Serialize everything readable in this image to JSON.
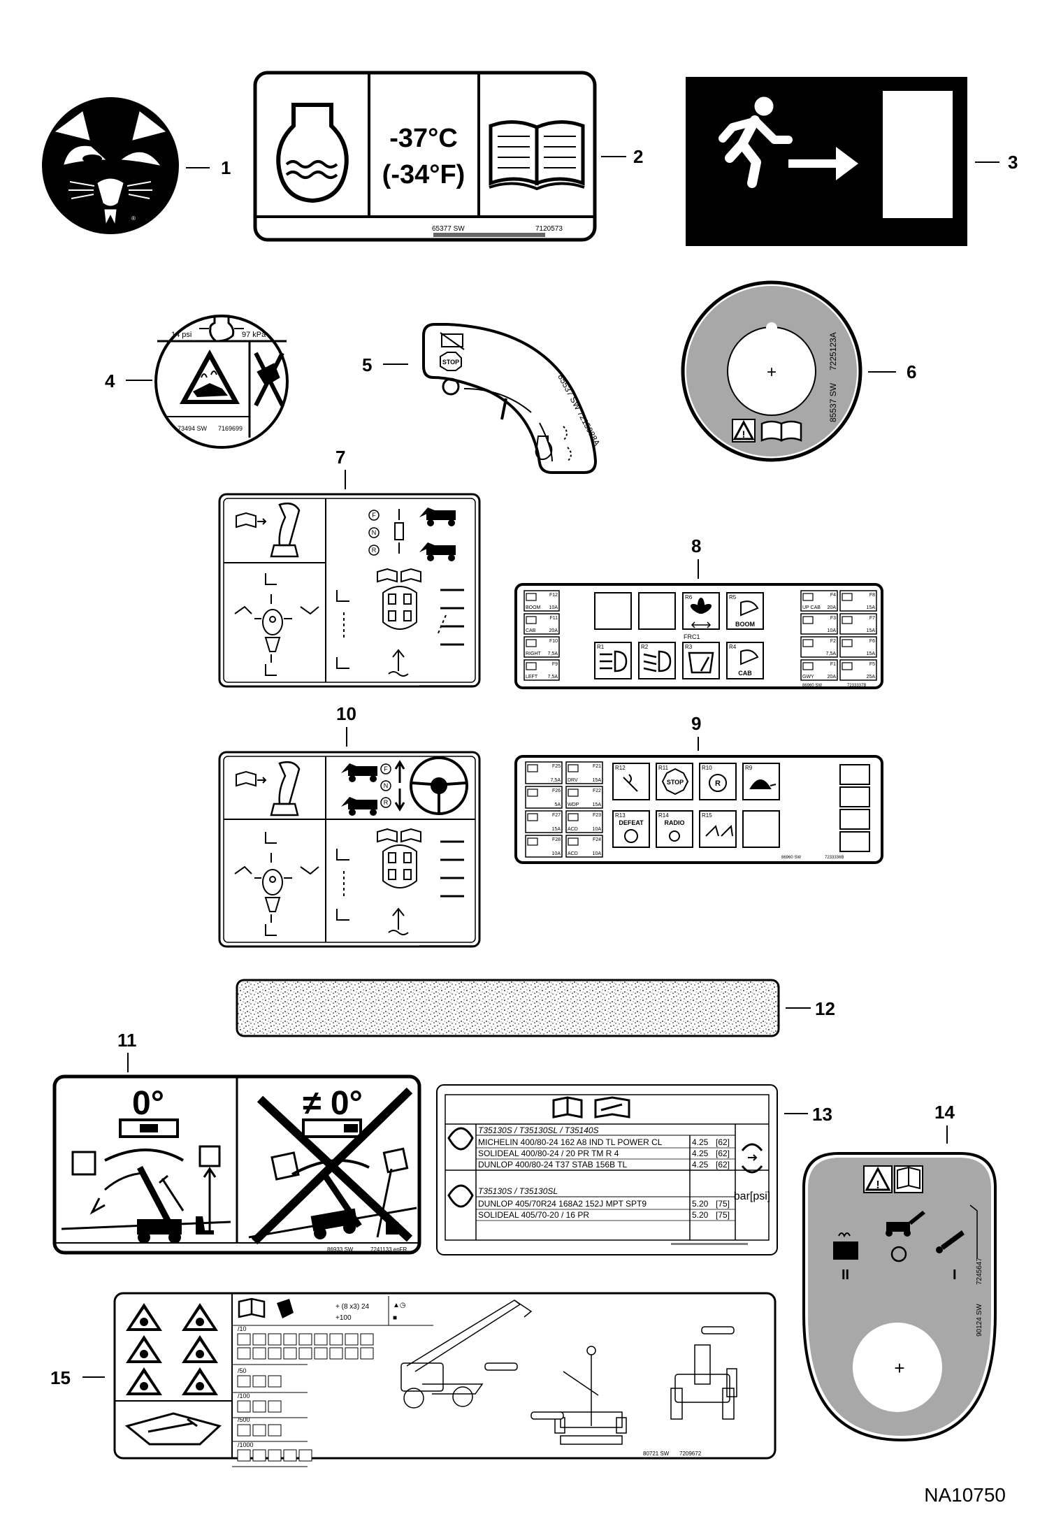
{
  "figure_code": "NA10750",
  "callouts": {
    "n1": "1",
    "n2": "2",
    "n3": "3",
    "n4": "4",
    "n5": "5",
    "n6": "6",
    "n7": "7",
    "n8": "8",
    "n9": "9",
    "n10": "10",
    "n11": "11",
    "n12": "12",
    "n13": "13",
    "n14": "14",
    "n15": "15"
  },
  "decal2": {
    "temp_c": "-37°C",
    "temp_f": "(-34°F)",
    "code_sw": "65377 SW",
    "code_part": "7120573"
  },
  "decal4": {
    "psi": "14 psi",
    "kpa": "97 kPa",
    "code_sw": "73494 SW",
    "code_part": "7169699"
  },
  "decal5": {
    "code": "85537 SW  7215088A",
    "stop": "STOP"
  },
  "decal6": {
    "code_sw": "85537 SW",
    "code_part": "7225123A"
  },
  "decal8": {
    "left_fuses": [
      {
        "id": "F12",
        "label": "BOOM",
        "amp": "10A"
      },
      {
        "id": "F11",
        "label": "CAB",
        "amp": "20A"
      },
      {
        "id": "F10",
        "label": "RIGHT",
        "amp": "7,5A"
      },
      {
        "id": "F9",
        "label": "LEFT",
        "amp": "7,5A"
      }
    ],
    "relays_top": [
      {
        "id": "R6",
        "label": ""
      },
      {
        "id": "R5",
        "label": "BOOM"
      }
    ],
    "relays_bottom": [
      {
        "id": "R1",
        "label": ""
      },
      {
        "id": "R2",
        "label": ""
      },
      {
        "id": "R3",
        "label": ""
      },
      {
        "id": "R4",
        "label": "CAB"
      }
    ],
    "group_label": "FRC1",
    "right_fuses": [
      {
        "id": "F4",
        "label": "UP CAB",
        "amp": "20A"
      },
      {
        "id": "F8",
        "label": "",
        "amp": "15A"
      },
      {
        "id": "F3",
        "label": "",
        "amp": "10A"
      },
      {
        "id": "F7",
        "label": "",
        "amp": "15A"
      },
      {
        "id": "F2",
        "label": "",
        "amp": "7,5A"
      },
      {
        "id": "F6",
        "label": "",
        "amp": "15A"
      },
      {
        "id": "F1",
        "label": "GWY",
        "amp": "20A"
      },
      {
        "id": "F5",
        "label": "",
        "amp": "25A"
      }
    ],
    "code_sw": "86960 SW",
    "code_part": "7233337B"
  },
  "decal9": {
    "fuses": [
      {
        "id": "F25",
        "amp": "7,5A"
      },
      {
        "id": "F21",
        "label": "DRV",
        "amp": "15A"
      },
      {
        "id": "F26",
        "amp": "5A"
      },
      {
        "id": "F22",
        "label": "WDP",
        "amp": "15A"
      },
      {
        "id": "F27",
        "amp": "15A"
      },
      {
        "id": "F23",
        "label": "ACD",
        "amp": "10A"
      },
      {
        "id": "F28",
        "amp": "10A"
      },
      {
        "id": "F24",
        "label": "ACD",
        "amp": "10A"
      }
    ],
    "relays": [
      {
        "id": "R12",
        "label": ""
      },
      {
        "id": "R11",
        "label": "STOP"
      },
      {
        "id": "R10",
        "label": ""
      },
      {
        "id": "R9",
        "label": ""
      },
      {
        "id": "R13",
        "label": "DEFEAT"
      },
      {
        "id": "R14",
        "label": "RADIO"
      },
      {
        "id": "R15",
        "label": ""
      }
    ],
    "code_sw": "86960 SW",
    "code_part": "7233336B"
  },
  "decal7": {
    "modes": [
      "F",
      "N",
      "R"
    ]
  },
  "decal10": {
    "modes": [
      "F",
      "N",
      "R"
    ]
  },
  "decal11": {
    "level": "0°",
    "not_level": "≠ 0°",
    "code_sw": "86933 SW",
    "code_part": "7241133 enFR"
  },
  "decal13": {
    "group1_title": "T35130S / T35130SL / T35140S",
    "group1_rows": [
      {
        "tyre": "MICHELIN  400/80-24   162 A8 IND TL POWER CL",
        "bar": "4.25",
        "psi": "[62]"
      },
      {
        "tyre": "SOLIDEAL  400/80-24   / 20 PR TM R 4",
        "bar": "4.25",
        "psi": "[62]"
      },
      {
        "tyre": "DUNLOP    400/80-24  T37 STAB 156B TL",
        "bar": "4.25",
        "psi": "[62]"
      }
    ],
    "group2_title": "T35130S / T35130SL",
    "group2_rows": [
      {
        "tyre": "DUNLOP    405/70R24 168A2 152J MPT SPT9",
        "bar": "5.20",
        "psi": "[75]"
      },
      {
        "tyre": "SOLIDEAL  405/70-20   / 16 PR",
        "bar": "5.20",
        "psi": "[75]"
      }
    ],
    "unit": "bar[psi]"
  },
  "decal14": {
    "code_sw": "90124 SW",
    "code_part": "7245647"
  },
  "decal15": {
    "formula": "+ (8  x3) 24",
    "hours_total": "+100",
    "intervals": [
      "/10",
      "/50",
      "/100",
      "/500",
      "/1000"
    ],
    "code_sw": "80721 SW",
    "code_part": "7209672"
  }
}
